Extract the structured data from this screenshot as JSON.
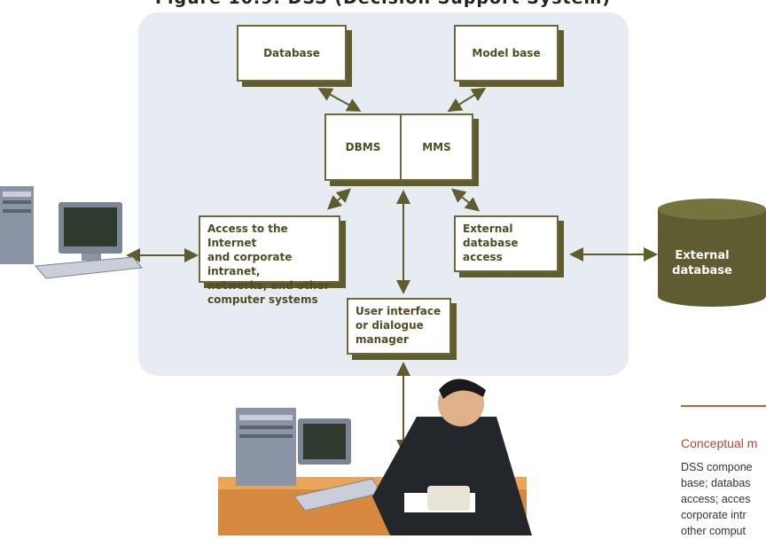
{
  "title": "Figure 10.9: DSS (Decision Support System)",
  "boxes": {
    "database": "Database",
    "model_base": "Model base",
    "dbms": "DBMS",
    "mms": "MMS",
    "internet": "Access to the Internet\nand corporate intranet,\nnetworks, and other\ncomputer systems",
    "external_access": "External\ndatabase\naccess",
    "user_interface": "User interface\nor dialogue\nmanager"
  },
  "external_db_label": "External\ndatabase",
  "caption": {
    "title": "Conceptual m",
    "body": "DSS compone\nbase; databas\naccess; acces\ncorporate intr\nother comput"
  },
  "colors": {
    "panel": "#e7ecf3",
    "box_border": "#6b6a3a",
    "cylinder": "#5e5c30",
    "accent": "#c85a34"
  }
}
